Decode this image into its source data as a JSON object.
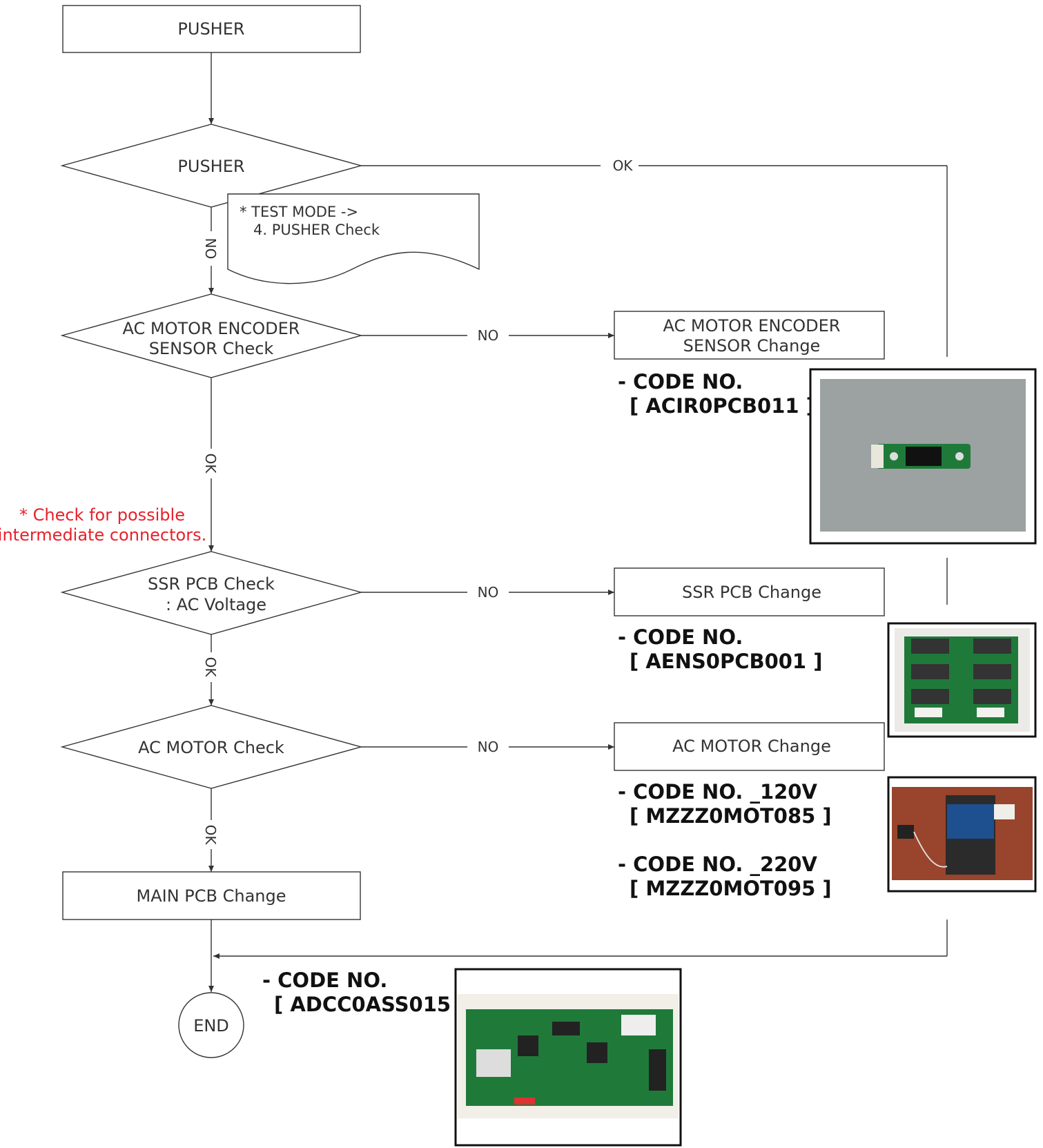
{
  "start_box": "PUSHER",
  "decision_pusher": "PUSHER",
  "note": {
    "line1": "* TEST  MODE ->",
    "line2": "4. PUSHER Check"
  },
  "decision_encoder": {
    "line1": "AC MOTOR ENCODER",
    "line2": "SENSOR Check"
  },
  "decision_ssr": {
    "line1": "SSR PCB Check",
    "line2": ": AC Voltage"
  },
  "decision_motor": "AC MOTOR Check",
  "box_encoder_change": {
    "line1": "AC MOTOR ENCODER",
    "line2": "SENSOR Change"
  },
  "box_ssr_change": "SSR PCB Change",
  "box_motor_change": "AC MOTOR Change",
  "box_main_change": "MAIN PCB Change",
  "end_label": "END",
  "labels": {
    "ok": "OK",
    "no": "NO"
  },
  "warning": {
    "line1": "* Check for possible",
    "line2": "intermediate connectors."
  },
  "codes": {
    "encoder": {
      "title": "- CODE NO.",
      "value": "[ ACIR0PCB011 ]"
    },
    "ssr": {
      "title": "- CODE NO.",
      "value": "[ AENS0PCB001 ]"
    },
    "motor_120": {
      "title": "- CODE NO. _120V",
      "value": "[ MZZZ0MOT085 ]"
    },
    "motor_220": {
      "title": "- CODE NO. _220V",
      "value": "[ MZZZ0MOT095 ]"
    },
    "main": {
      "title": "- CODE NO.",
      "value": "[ ADCC0ASS015 ]"
    }
  },
  "colors": {
    "line": "#333333",
    "warning": "#e8202a",
    "pcb_green": "#1f7a3a"
  }
}
